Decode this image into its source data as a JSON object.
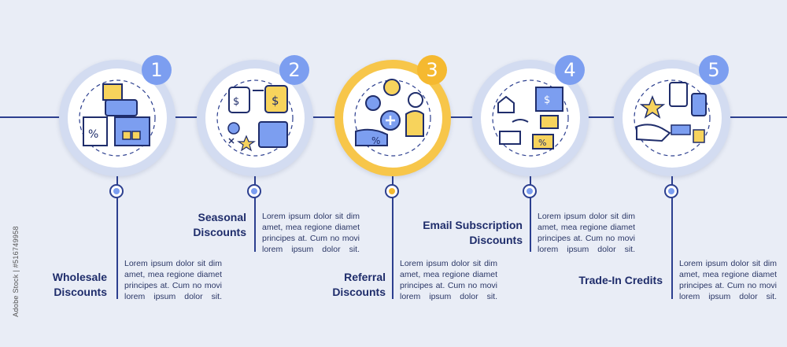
{
  "colors": {
    "background": "#e9edf6",
    "line": "#2c3f8f",
    "ring": "#d3dcf1",
    "accent_blue": "#7c9ef0",
    "accent_yellow": "#f5b930",
    "icon_fill_blue": "#7c9ef0",
    "icon_fill_yellow": "#f7d35c"
  },
  "steps": [
    {
      "number": "1",
      "title_lines": [
        "Wholesale",
        "Discounts"
      ],
      "desc_lines": [
        "Lorem ipsum dolor sit dim",
        "amet, mea regione diamet",
        "principes at. Cum no movi",
        "lorem ipsum dolor sit."
      ],
      "icon": "warehouse-delivery-icon",
      "highlighted": false
    },
    {
      "number": "2",
      "title_lines": [
        "Seasonal",
        "Discounts"
      ],
      "desc_lines": [
        "Lorem ipsum dolor sit dim",
        "amet, mea regione diamet",
        "principes at. Cum no movi",
        "lorem ipsum dolor sit."
      ],
      "icon": "seasonal-price-tags-icon",
      "highlighted": false
    },
    {
      "number": "3",
      "title_lines": [
        "Referral",
        "Discounts"
      ],
      "desc_lines": [
        "Lorem ipsum dolor sit dim",
        "amet, mea regione diamet",
        "principes at. Cum no movi",
        "lorem ipsum dolor sit."
      ],
      "icon": "referral-person-icon",
      "highlighted": true
    },
    {
      "number": "4",
      "title_lines": [
        "Email Subscription",
        "Discounts"
      ],
      "desc_lines": [
        "Lorem ipsum dolor sit dim",
        "amet, mea regione diamet",
        "principes at. Cum no movi",
        "lorem ipsum dolor sit."
      ],
      "icon": "email-subscription-icon",
      "highlighted": false
    },
    {
      "number": "5",
      "title_lines": [
        "Trade-In Credits"
      ],
      "desc_lines": [
        "Lorem ipsum dolor sit dim",
        "amet, mea regione diamet",
        "principes at. Cum no movi",
        "lorem ipsum dolor sit."
      ],
      "icon": "trade-in-exchange-icon",
      "highlighted": false
    }
  ],
  "watermark": "Adobe Stock | #516749958"
}
